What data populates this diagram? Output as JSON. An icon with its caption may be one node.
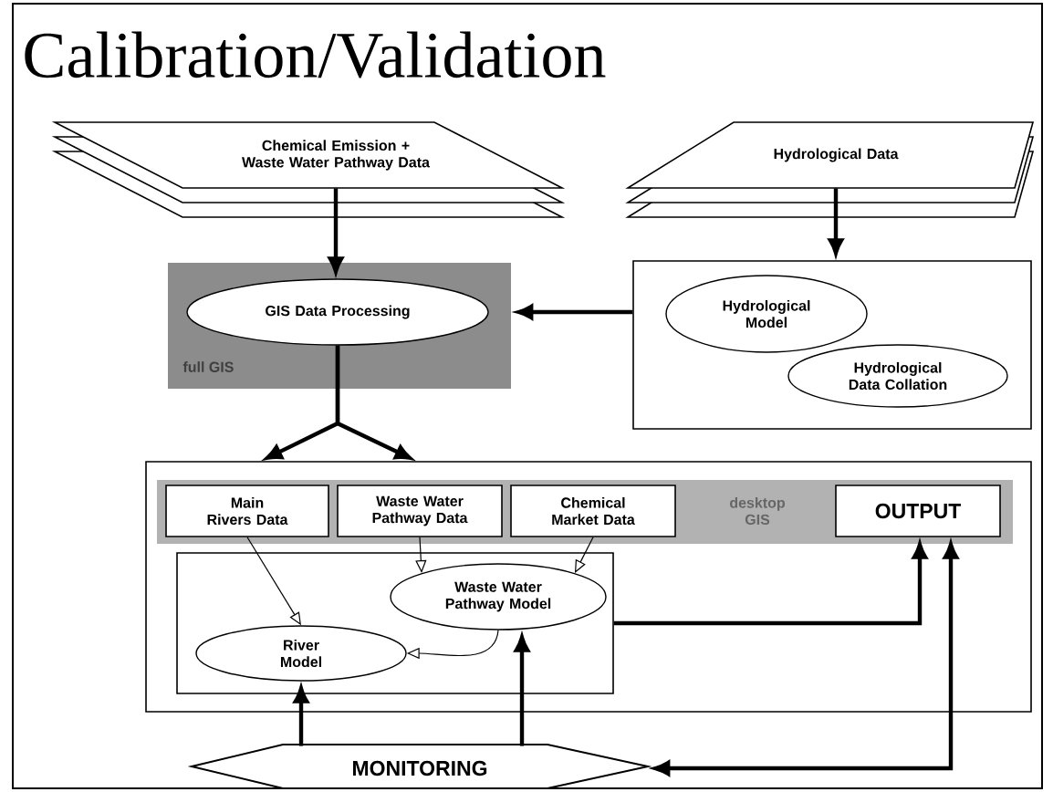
{
  "diagram": {
    "title": "Calibration/Validation",
    "nodes": [
      {
        "text": [
          "Chemical Emission + Waste Water Pathway Data"
        ]
      },
      {
        "text": [
          "Hydrological Data"
        ]
      },
      {
        "text": [
          "full GIS"
        ]
      },
      {
        "text": [
          "GIS Data Processing"
        ],
        "in": 2
      },
      {
        "text": [],
        "shape": "box"
      },
      {
        "text": [
          "Hydrological Model"
        ],
        "in": 4
      },
      {
        "text": [
          "Hydrological Data Collation"
        ],
        "in": 4
      },
      {
        "text": [],
        "shape": "box"
      },
      {
        "text": [
          "desktop GIS"
        ],
        "in": 7
      },
      {
        "text": [
          "Main Rivers Data"
        ],
        "in": 8
      },
      {
        "text": [
          "Waste Water Pathway Data"
        ],
        "in": 8
      },
      {
        "text": [
          "Chemical Market Data"
        ],
        "in": 8
      },
      {
        "text": [
          "OUTPUT"
        ],
        "in": 8
      },
      {
        "text": [],
        "shape": "box",
        "in": 7
      },
      {
        "text": [
          "Waste Water Pathway Model"
        ],
        "in": 13
      },
      {
        "text": [
          "River Model"
        ],
        "in": 13
      },
      {
        "text": [
          "MONITORING"
        ]
      }
    ],
    "edges": [
      {
        "from": 0,
        "to": 3,
        "arrow": "to"
      },
      {
        "from": 1,
        "to": 4,
        "arrow": "to"
      },
      {
        "from": 4,
        "to": 2,
        "arrow": "to"
      },
      {
        "from": 3,
        "to": 7,
        "arrow": "to"
      },
      {
        "from": 3,
        "to": 7,
        "arrow": "to"
      },
      {
        "from": 9,
        "to": 15,
        "arrow": "to"
      },
      {
        "from": 10,
        "to": 14,
        "arrow": "to"
      },
      {
        "from": 11,
        "to": 14,
        "arrow": "to"
      },
      {
        "from": 14,
        "to": 15,
        "arrow": "to"
      },
      {
        "from": 13,
        "to": 12,
        "arrow": "to"
      },
      {
        "from": 16,
        "to": 15,
        "arrow": "to"
      },
      {
        "from": 16,
        "to": 14,
        "arrow": "to"
      },
      {
        "from": 16,
        "to": 12,
        "arrow": "both"
      }
    ]
  }
}
